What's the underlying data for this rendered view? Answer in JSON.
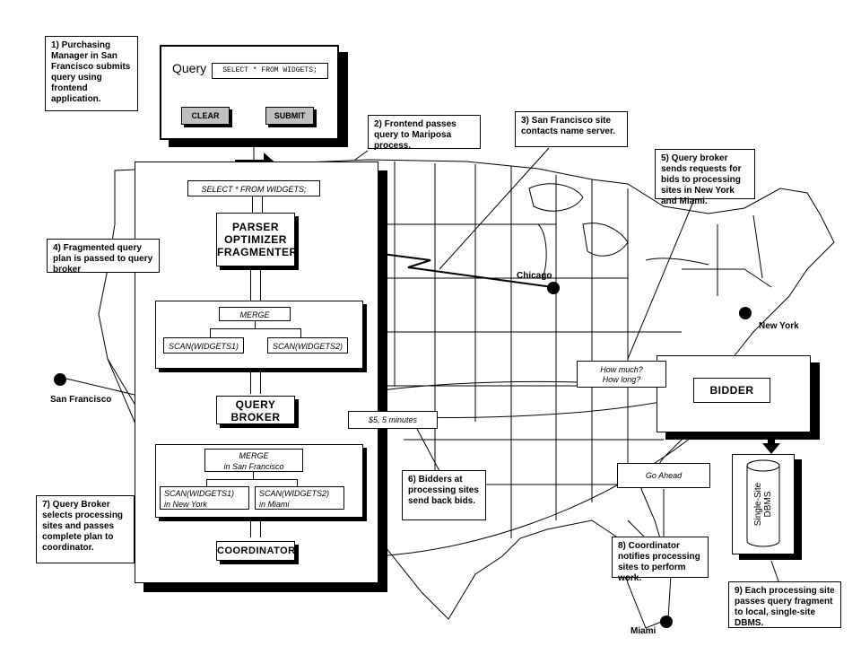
{
  "query_window": {
    "label": "Query",
    "sql": "SELECT * FROM WIDGETS;",
    "clear_button": "CLEAR",
    "submit_button": "SUBMIT"
  },
  "process": {
    "sql": "SELECT * FROM WIDGETS;",
    "parser": [
      "PARSER",
      "OPTIMIZER",
      "FRAGMENTER"
    ],
    "plan1": {
      "merge": "MERGE",
      "scan1": "SCAN(WIDGETS1)",
      "scan2": "SCAN(WIDGETS2)"
    },
    "query_broker": [
      "QUERY",
      "BROKER"
    ],
    "plan2": {
      "merge": "MERGE",
      "merge_site": "in San Francisco",
      "scan1": "SCAN(WIDGETS1)",
      "scan1_site": "in New York",
      "scan2": "SCAN(WIDGETS2)",
      "scan2_site": "in Miami"
    },
    "coordinator": "COORDINATOR"
  },
  "bidder": {
    "label": "BIDDER"
  },
  "dbms": {
    "label1": "Single-",
    "label2": "Site",
    "label3": "DBMS"
  },
  "messages": {
    "how_much": "How much?",
    "how_long": "How long?",
    "bid": "$5, 5 minutes",
    "go_ahead": "Go Ahead"
  },
  "cities": {
    "san_francisco": "San Francisco",
    "chicago": "Chicago",
    "new_york": "New York",
    "miami": "Miami"
  },
  "notes": {
    "n1": "1) Purchasing Manager  in San Francisco submits query using frontend application.",
    "n2": "2) Frontend passes query to Mariposa process.",
    "n3": "3) San Francisco site contacts name server.",
    "n4": "4) Fragmented query plan is passed to query broker",
    "n5": "5) Query broker sends requests for bids to processing sites in New York and Miami.",
    "n6": "6) Bidders at processing sites send back bids.",
    "n7": "7) Query Broker selects processing sites and passes complete plan to coordinator.",
    "n8": "8) Coordinator notifies processing sites to perform work.",
    "n9": "9) Each processing site passes query fragment to local, single-site DBMS."
  }
}
